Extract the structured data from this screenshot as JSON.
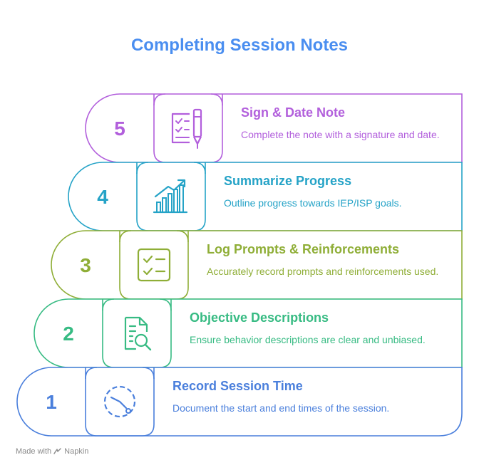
{
  "title": "Completing Session Notes",
  "steps": [
    {
      "number": "1",
      "title": "Record Session Time",
      "description": "Document the start and end times of the session.",
      "icon": "clock-icon",
      "color": "#4a7fdc"
    },
    {
      "number": "2",
      "title": "Objective Descriptions",
      "description": "Ensure behavior descriptions are clear and unbiased.",
      "icon": "document-search-icon",
      "color": "#37bb83"
    },
    {
      "number": "3",
      "title": "Log Prompts & Reinforcements",
      "description": "Accurately record prompts and reinforcements used.",
      "icon": "checklist-icon",
      "color": "#8fae37"
    },
    {
      "number": "4",
      "title": "Summarize Progress",
      "description": "Outline progress towards IEP/ISP goals.",
      "icon": "growth-chart-icon",
      "color": "#25a3c7"
    },
    {
      "number": "5",
      "title": "Sign & Date Note",
      "description": "Complete the note with a signature and date.",
      "icon": "checklist-pen-icon",
      "color": "#b25fdc"
    }
  ],
  "footer": {
    "made_with": "Made with",
    "brand": "Napkin"
  }
}
